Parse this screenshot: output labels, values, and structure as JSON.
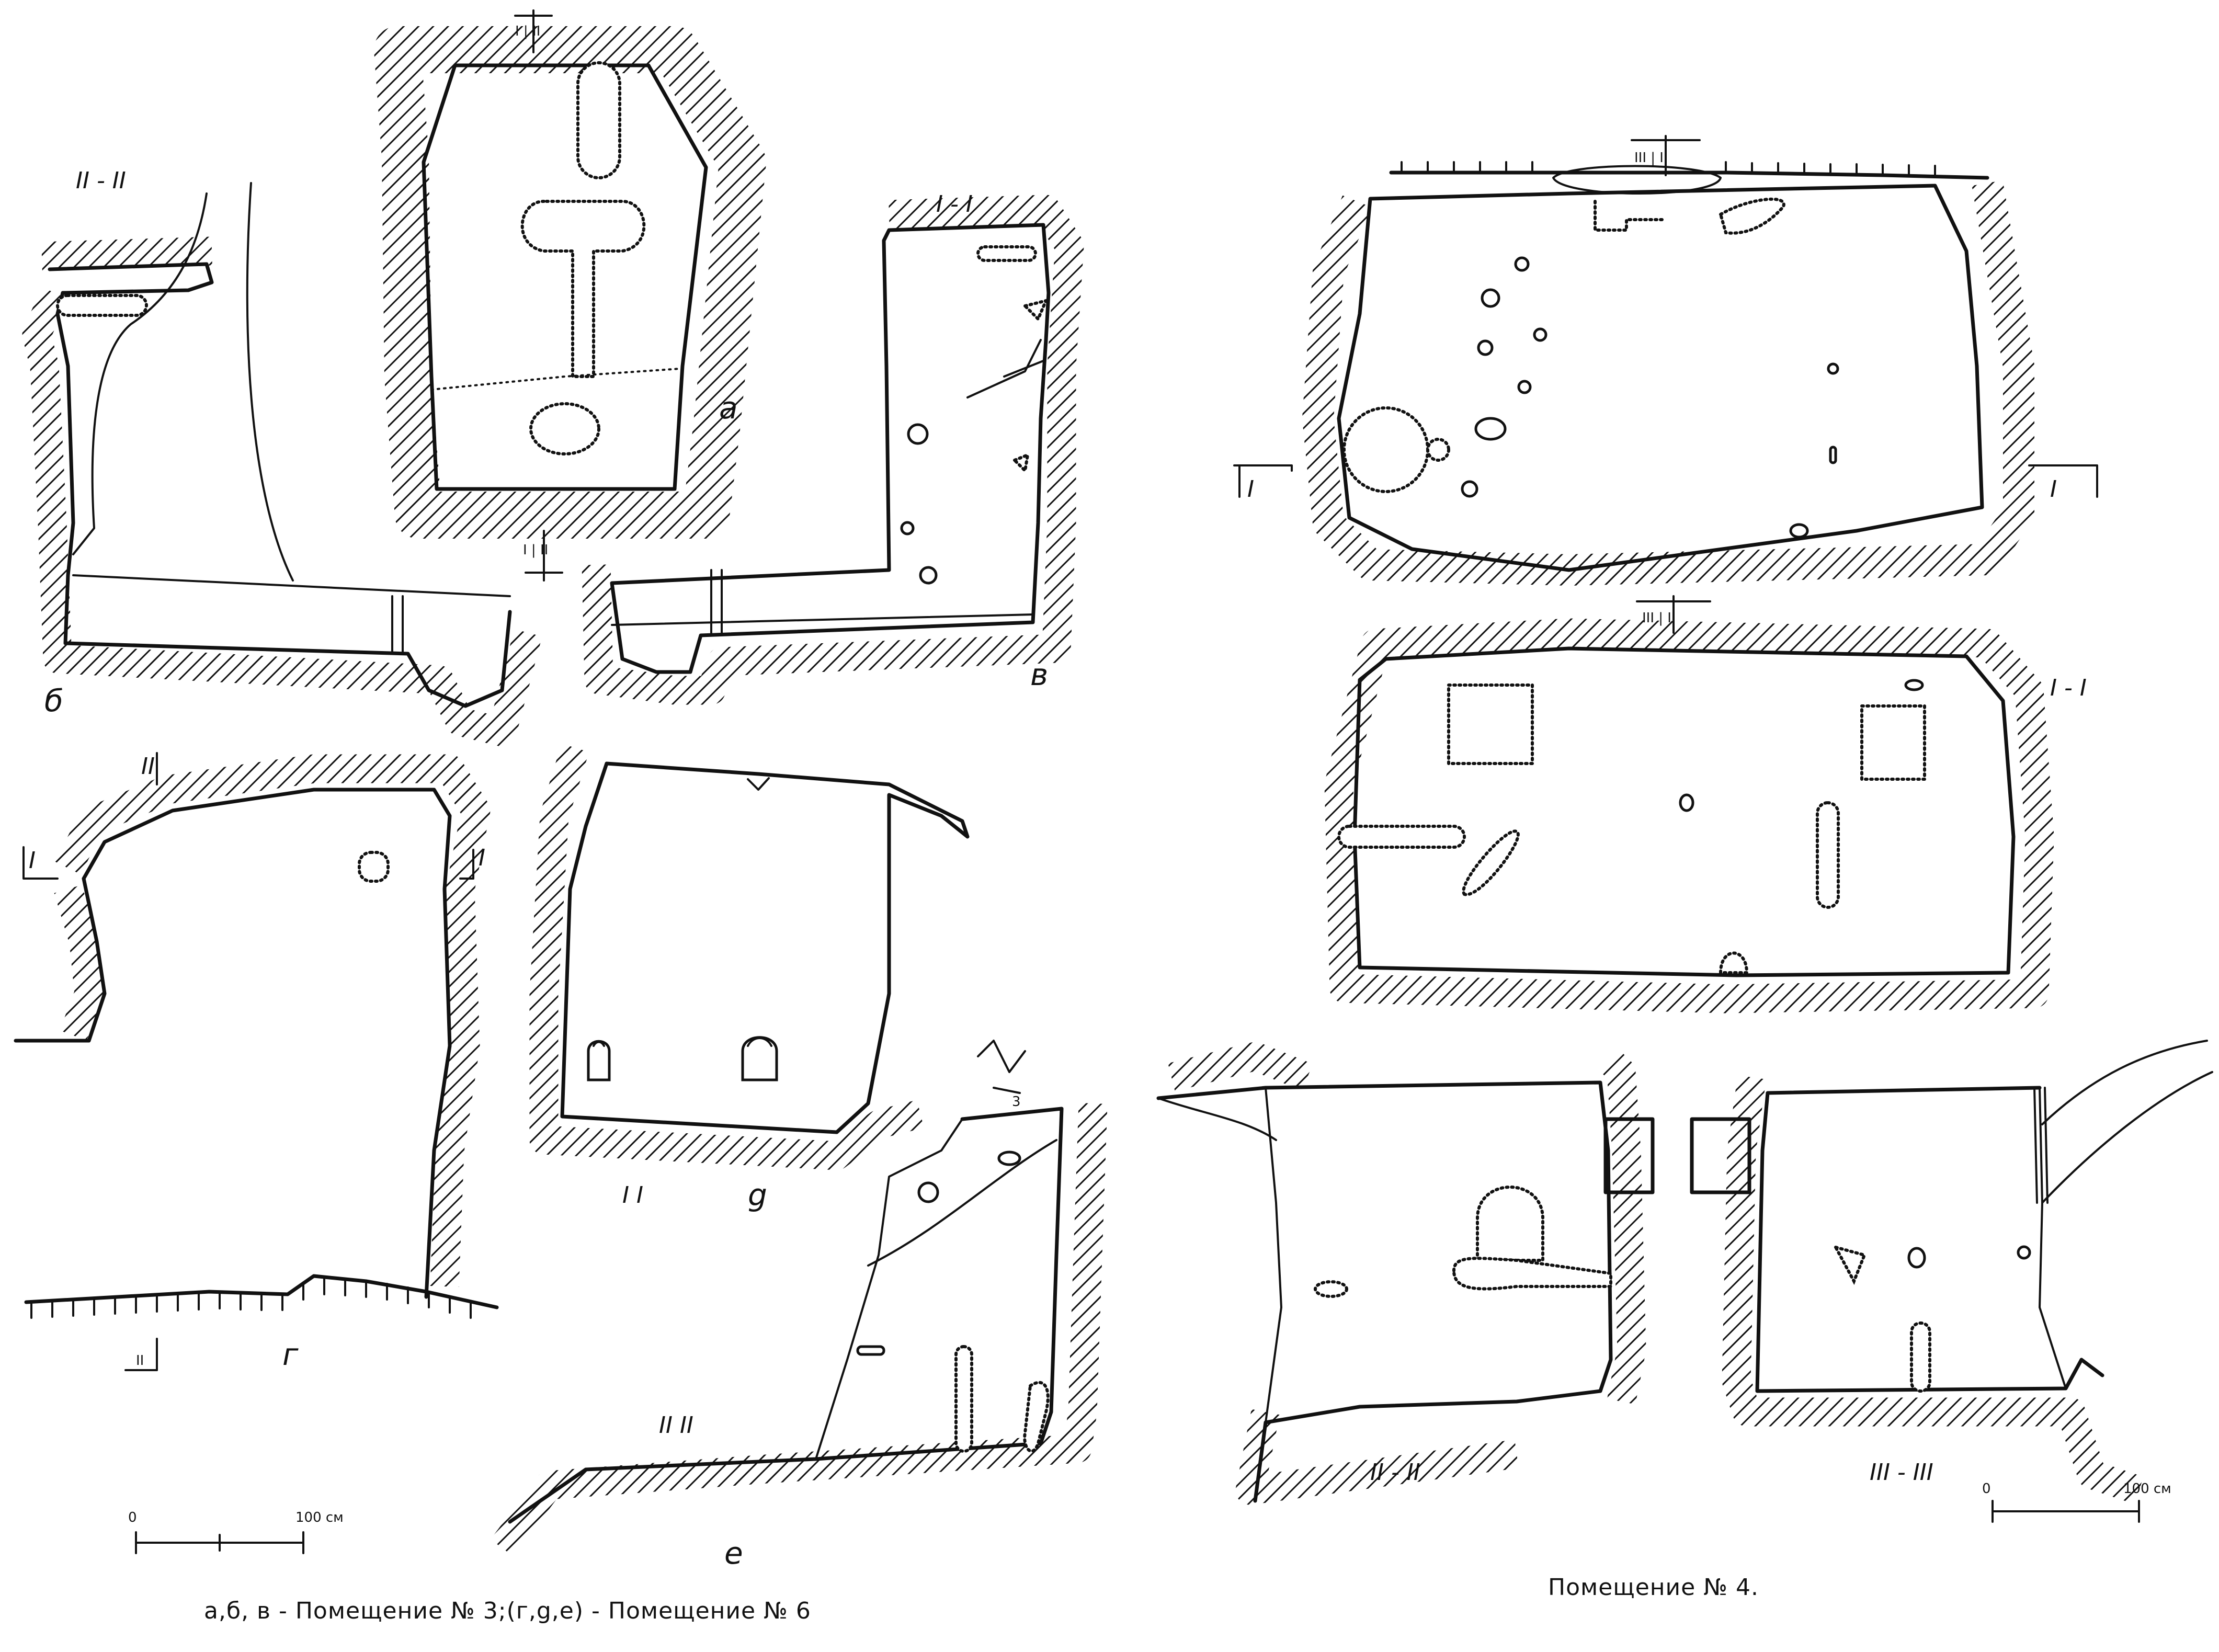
{
  "captions": {
    "left": "а,б, в - Помещение № 3;(г,g,е) - Помещение № 6",
    "right": "Помещение № 4."
  },
  "labels": {
    "a": "а",
    "b": "б",
    "v": "в",
    "g": "г",
    "d": "g",
    "e": "е"
  },
  "sections": {
    "top_a": "I | II",
    "b_title": "II - II",
    "v_title": "I - I",
    "mid_a": "I | II",
    "g_left": "I",
    "g_right": "I",
    "g_top": "II",
    "g_bottom": "II",
    "d_title": "I I",
    "e_title": "II II",
    "e_mark": "3",
    "r_top": "III | II",
    "r_left": "I",
    "r_right": "I",
    "r_mid": "III | II",
    "r_plan": "I - I",
    "r_ll": "II - II",
    "r_lr": "III - III"
  },
  "scale_left": {
    "start": "0",
    "end": "100 см"
  },
  "scale_right": {
    "start": "0",
    "end": "100 см"
  }
}
